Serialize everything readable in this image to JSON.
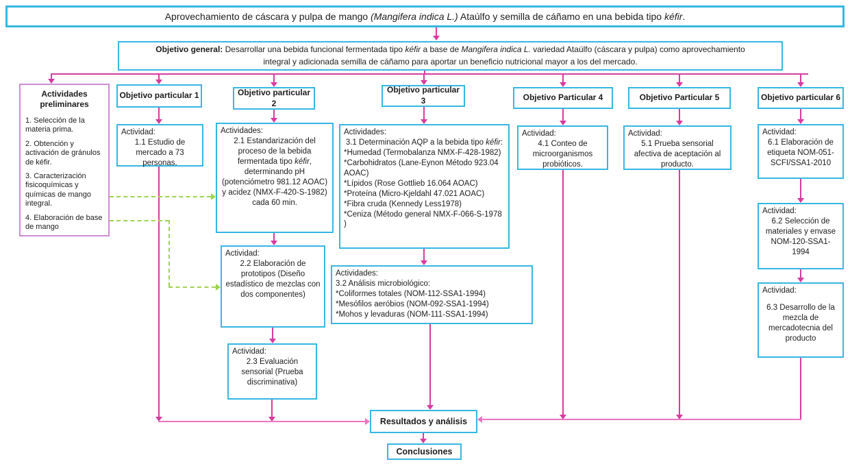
{
  "colors": {
    "box-border": "#35b7e3",
    "prelim-border": "#cf8cd4",
    "arrow": "#d93aa0",
    "rail": "#ee72c1",
    "green": "#9ed34f"
  },
  "title": {
    "rich": [
      {
        "t": "Aprovechamiento de  cáscara y pulpa de mango  "
      },
      {
        "t": "(Mangifera indica L.)",
        "i": 1
      },
      {
        "t": " Ataúlfo y semilla de cáñamo en una bebida tipo "
      },
      {
        "t": "kéfir",
        "i": 1
      },
      {
        "t": "."
      }
    ]
  },
  "objetivo_general": {
    "rich": [
      {
        "t": "Objetivo general: ",
        "b": 1
      },
      {
        "t": "Desarrollar una bebida funcional fermentada tipo "
      },
      {
        "t": "kéfir",
        "i": 1
      },
      {
        "t": " a base de "
      },
      {
        "t": "Mangifera indica L.",
        "i": 1
      },
      {
        "t": " variedad Ataúlfo (cáscara y pulpa) como aprovechamiento integral y adicionada semilla de cáñamo para aportar un beneficio nutricional mayor a los del mercado."
      }
    ]
  },
  "preliminares": {
    "title": "Actividades preliminares",
    "items": [
      "1. Selección de la materia prima.",
      "2. Obtención y activación de gránulos de kéfir.",
      "3. Caracterización fisicoquímicas y químicas de mango integral.",
      "4. Elaboración de base de mango"
    ]
  },
  "headers": {
    "h1": "Objetivo particular 1",
    "h2": "Objetivo particular 2",
    "h3": "Objetivo particular 3",
    "h4": "Objetivo Particular 4",
    "h5": "Objetivo Particular 5",
    "h6": "Objetivo particular 6"
  },
  "activities": {
    "a11": {
      "label": "Actividad:",
      "body": "1.1 Estudio de mercado a 73 personas."
    },
    "a21": {
      "label": "Actividades:",
      "rich": [
        {
          "t": "2.1  Estandarización del proceso de la bebida fermentada tipo "
        },
        {
          "t": "kéfir",
          "i": 1
        },
        {
          "t": ", determinando  pH (potenciómetro 981.12 AOAC) y  acidez (NMX-F-420-S-1982) cada 60 min."
        }
      ]
    },
    "a22": {
      "label": "Actividad:",
      "body": "2.2 Elaboración de prototipos (Diseño estadístico de mezclas con dos componentes)"
    },
    "a23": {
      "label": "Actividad:",
      "body": "2.3 Evaluación sensorial (Prueba discriminativa)"
    },
    "a31": {
      "label": "Actividades:",
      "intro_rich": [
        {
          "t": "3.1 Determinación AQP a la bebida tipo "
        },
        {
          "t": "kéfir",
          "i": 1
        },
        {
          "t": ":"
        }
      ],
      "items": [
        "*Humedad (Termobalanza NMX-F-428-1982)",
        "*Carbohidratos (Lane-Eynon Método 923.04 AOAC)",
        "*Lípidos (Rose Gottlieb 16.064 AOAC)",
        "*Proteína (Micro-Kjeldahl 47.021 AOAC)",
        "*Fibra cruda (Kennedy Less1978)",
        "*Ceniza (Método general NMX-F-066-S-1978 )"
      ]
    },
    "a32": {
      "label": "Actividades:",
      "intro": "3.2 Análisis microbiológico:",
      "items": [
        "*Coliformes totales (NOM-112-SSA1-1994)",
        "*Mesófilos aeróbios (NOM-092-SSA1-1994)",
        "*Mohos y levaduras (NOM-111-SSA1-1994)"
      ]
    },
    "a41": {
      "label": "Actividad:",
      "body": "4.1 Conteo de microorganismos probióticos."
    },
    "a51": {
      "label": "Actividad:",
      "body": "5.1 Prueba sensorial afectiva de aceptación al producto."
    },
    "a61": {
      "label": "Actividad:",
      "body": "6.1 Elaboración de etiqueta NOM-051-SCFI/SSA1-2010"
    },
    "a62": {
      "label": "Actividad:",
      "body": "6.2 Selección de materiales y envase NOM-120-SSA1-1994"
    },
    "a63": {
      "label": "Actividad:",
      "body": "6.3 Desarrollo de la mezcla de mercadotecnia del producto"
    }
  },
  "results": {
    "resultados": "Resultados y análisis",
    "conclusiones": "Conclusiones"
  }
}
